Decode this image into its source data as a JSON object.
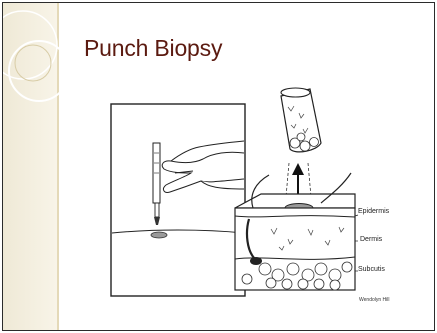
{
  "slide": {
    "title": "Punch Biopsy",
    "labels": {
      "epidermis": "Epidermis",
      "dermis": "Dermis",
      "subcutis": "Subcutis"
    },
    "credit": "Wendolyn Hill"
  },
  "colors": {
    "title": "#5b1a10",
    "side_band": "#efe9d6",
    "line_art": "#222222"
  }
}
